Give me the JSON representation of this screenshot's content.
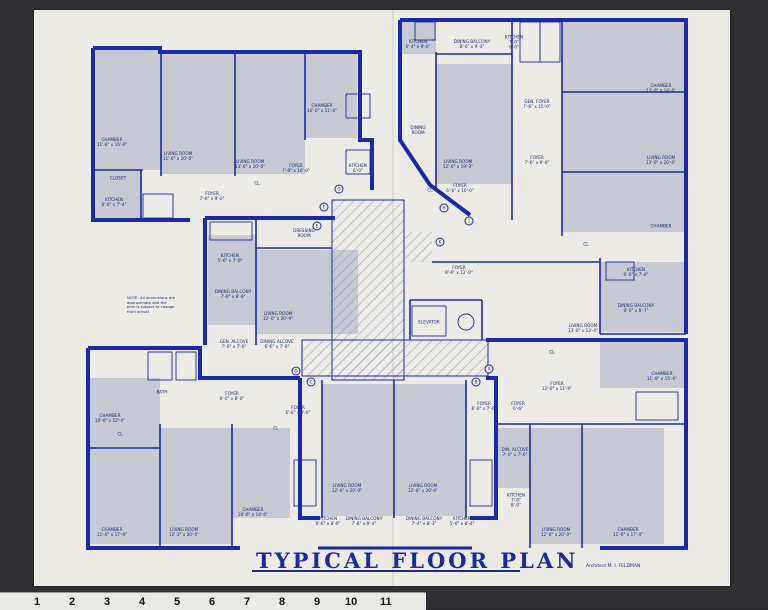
{
  "title": "TYPICAL FLOOR PLAN",
  "architect": "Architect M. I. FELDMAN",
  "note": "NOTE: All dimensions are approximate and the plan is subject to change from actual.",
  "colors": {
    "wall": "#1b2aa6",
    "fill": "#c5c9d2",
    "paper": "#ecebe6"
  },
  "apartments": {
    "A": "A",
    "B": "B",
    "C": "C",
    "D": "D",
    "E": "E",
    "F": "F",
    "G": "G",
    "H": "H",
    "I": "I",
    "K": "K"
  },
  "rooms": {
    "nw_chamber": "CHAMBER\n11'-6\" x 16'-0\"",
    "nw_closet": "CLOSET",
    "nw_kitchen": "KITCHEN\n8'-0\" x 7'-4\"",
    "nw_living": "LIVING ROOM\n11'-0\" x 20'-0\"",
    "nw_foyer": "FOYER\n7'-6\" x 9'-0\"",
    "nc_living": "LIVING ROOM\n13'-0\" x 20'-0\"",
    "nc_chamber": "CHAMBER\n10'-0\" x 11'-0\"",
    "nc_foyer": "FOYER\n7'-0\" x 10'-0\"",
    "nc_kitchen": "KITCHEN\n6'-0\"",
    "ne_kitchen": "KITCHEN\n6'-4\" x 9'-0\"",
    "ne_dining_balcony": "DINING BALCONY\n8'-6\" x 9'-4\"",
    "ne_dining_room": "DINING\nROOM",
    "ne_living": "LIVING ROOM\n12'-0\" x 19'-3\"",
    "ne_foyer": "FOYER\n6'-6\" x 10'-0\"",
    "ne_kitchen2": "KITCHEN\n7'-0\"\n9'-0\"",
    "ne_gen_foyer": "GEN. FOYER\n7'-6\" x 15'-0\"",
    "ne_foyer2": "FOYER\n7'-6\" x 9'-0\"",
    "ne_chamber": "CHAMBER\n13'-0\" x 14'-6\"",
    "e_living": "LIVING ROOM\n13'-0\" x 20'-0\"",
    "e_chamber": "CHAMBER",
    "w_kitchen": "KITCHEN\n5'-6\" x 7'-0\"",
    "w_dressing": "DRESSING\nROOM",
    "w_dining_balcony": "DINING BALCONY\n7'-0\" x 8'-6\"",
    "w_living": "LIVING ROOM\n12'-0\" x 20'-9\"",
    "w_gen_alcove": "GEN. ALCOVE\n7'-0\" x 7'-0\"",
    "w_dining_alcove": "DINING ALCOVE\n6'-6\" x 7'-0\"",
    "c_foyer": "FOYER\n8'-6\" x 12'-0\"",
    "c_elevator": "ELEVATOR",
    "e_kitchen": "KITCHEN\n6'-0\" x 7'-0\"",
    "e_dining_balcony": "DINING BALCONY\n8'-0\" x 8'-7\"",
    "e_living2": "LIVING ROOM\n13'-0\" x 13'-0\"",
    "se_foyer": "FOYER\n12'-0\" x 11'-9\"",
    "se_chamber": "CHAMBER\n11'-0\" x 15'-6\"",
    "sw_chamber": "CHAMBER\n10'-0\" x 12'-0\"",
    "sw_chamber2": "CHAMBER\n11'-0\" x 17'-0\"",
    "sw_foyer": "FOYER\n8'-0\" x 8'-0\"",
    "sw_living": "LIVING ROOM\n12'-3\" x 20'-0\"",
    "sw_chamber3": "CHAMBER\n10'-6\" x 14'-0\"",
    "sw_foyer2": "FOYER\n6'-6\" x 8'-0\"",
    "s_living": "LIVING ROOM\n12'-6\" x 20'-0\"",
    "s_kitchen": "KITCHEN\n6'-6\" x 8'-0\"",
    "s_dining_balcony": "DINING BALCONY\n7'-6\" x 9'-4\"",
    "s_living2": "LIVING ROOM\n12'-6\" x 20'-0\"",
    "s_dining_balcony2": "DINING BALCONY\n7'-4\" x 8'-3\"",
    "s_kitchen2": "KITCHEN\n5'-6\" x 8'-4\"",
    "s_foyer": "FOYER\n6'-0\" x 7'-6\"",
    "se_dining_alcove": "DIN. ALCOVE\n7'-0\" x 7'-6\"",
    "se_kitchen": "KITCHEN\n7'-0\"\n8'-0\"",
    "se_living": "LIVING ROOM\n12'-0\" x 20'-0\"",
    "se_chamber2": "CHAMBER\n11'-6\" x 17'-4\"",
    "se_foyer2": "FOYER\n6'-6\"",
    "cl": "CL",
    "bath": "BATH"
  },
  "ruler": [
    "1",
    "2",
    "3",
    "4",
    "5",
    "6",
    "7",
    "8",
    "9",
    "10",
    "11"
  ]
}
